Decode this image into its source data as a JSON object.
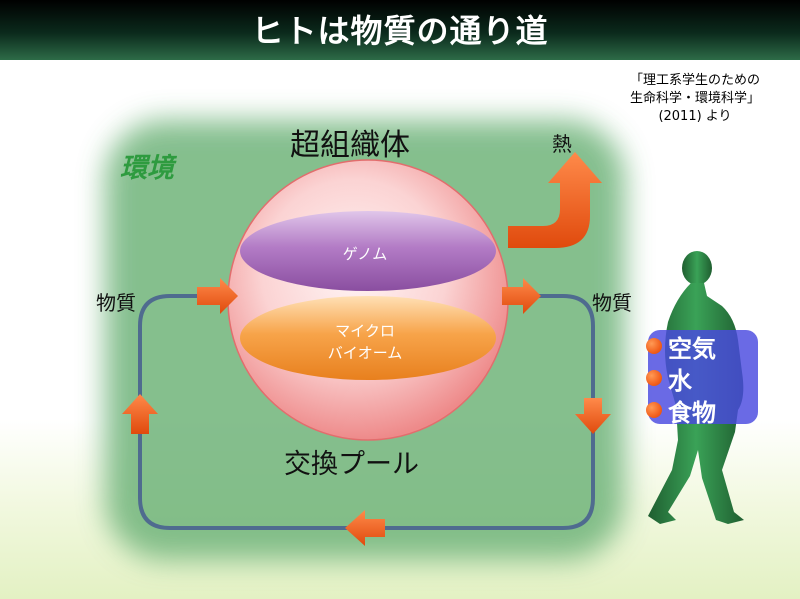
{
  "title": "ヒトは物質の通り道",
  "citation": {
    "line1": "「理工系学生のための",
    "line2": "生命科学・環境科学」",
    "line3": "(2011) より"
  },
  "diagram": {
    "environment_label": "環境",
    "superorganism_label": "超組織体",
    "heat_label": "熱",
    "material_in_label": "物質",
    "material_out_label": "物質",
    "genome_label": "ゲノム",
    "microbiome_line1": "マイクロ",
    "microbiome_line2": "バイオーム",
    "pool_label": "交換プール"
  },
  "intake": {
    "items": [
      "空気",
      "水",
      "食物"
    ]
  },
  "colors": {
    "title_bar": "#0b2a1c",
    "environment_text": "#2e9b3f",
    "environment_fill": "#7fbf86",
    "cycle_line": "#4f6b8f",
    "arrow": "#f05a1c",
    "genome": "#a86ab8",
    "microbiome": "#f39a3e",
    "sphere": "#f08e8e",
    "intake_box": "#4a4ae0",
    "human": "#2f8a48"
  }
}
